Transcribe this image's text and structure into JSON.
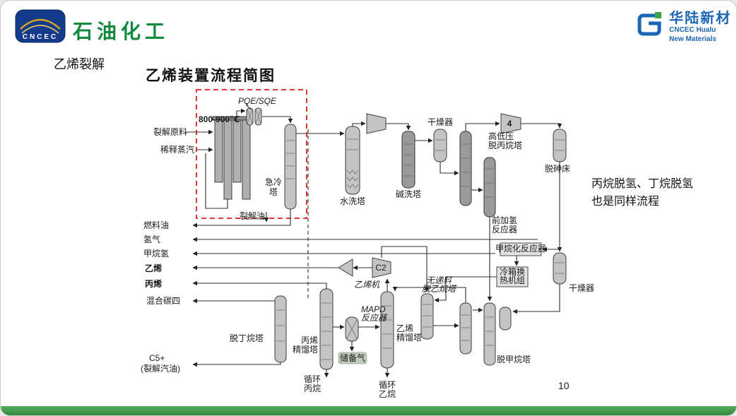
{
  "header": {
    "left_logo": {
      "emblem_text": "CNCEC",
      "brand_text": "石油化工"
    },
    "right_logo": {
      "name": "华陆新材",
      "sub_line1": "CNCEC Hualu",
      "sub_line2": "New Materials"
    }
  },
  "slide": {
    "section_label": "乙烯裂解",
    "diagram_title": "乙烯装置流程简图",
    "side_note_line1": "丙烷脱氢、丁烷脱氢",
    "side_note_line2": "也是同样流程",
    "page_number": "10"
  },
  "colors": {
    "brand_green": "#0f8a3d",
    "logo_blue": "#1b66b5",
    "highlight_red": "#e03434",
    "footer_green": "#3f9e4d"
  },
  "diagram": {
    "labels": {
      "pqe_sqe": "PQE/SQE",
      "temp": "800-900℃",
      "feed": "裂解原料",
      "dilution_steam": "稀释蒸汽",
      "quench_l1": "急冷",
      "quench_l2": "塔",
      "cracked_oil": "裂解油",
      "water_wash": "水洗塔",
      "caustic_wash": "碱洗塔",
      "dryer_top": "干燥器",
      "comp4": "4",
      "depro_l1": "高低压",
      "depro_l2": "脱丙烷塔",
      "dearsenic": "脱砷床",
      "fronthydro_l1": "前加氢",
      "fronthydro_l2": "反应器",
      "methanation": "甲烷化反应器",
      "coldbox_l1": "冷箱换",
      "coldbox_l2": "热机组",
      "dryer_right": "干燥器",
      "fuel_oil": "燃料油",
      "hydrogen": "氢气",
      "methane_h": "甲烷氢",
      "ethylene": "乙烯",
      "propylene": "丙烯",
      "mixed_c4": "混合碳四",
      "c5": "C5+",
      "c5_sub": "(裂解汽油)",
      "debutanizer": "脱丁烷塔",
      "ptower_l1": "丙烯",
      "ptower_l2": "精馏塔",
      "mapd_l1": "MAPD",
      "mapd_l2": "反应器",
      "reserve_gas": "储备气",
      "rec_propane_l1": "循环",
      "rec_propane_l2": "丙烷",
      "etower_l1": "乙烯",
      "etower_l2": "精馏塔",
      "rec_ethane_l1": "循环",
      "rec_ethane_l2": "乙烷",
      "deeth_l1": "无递料",
      "deeth_l2": "脱乙烷塔",
      "demethanizer": "脱甲烷塔",
      "eth_machine": "乙烯机",
      "c2": "C2"
    }
  }
}
